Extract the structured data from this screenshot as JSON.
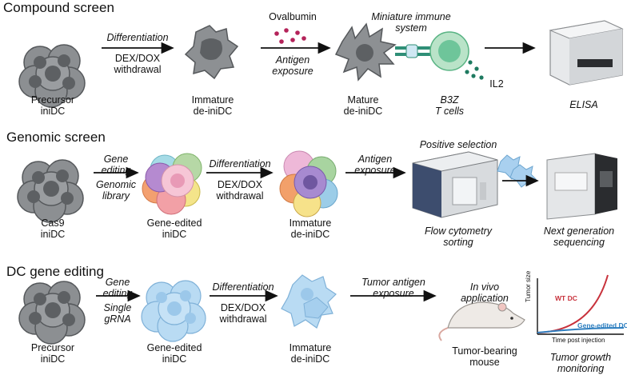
{
  "sections": {
    "compound": {
      "title": "Compound screen",
      "precursor": [
        "Precursor",
        "iniDC"
      ],
      "step1_top": "Differentiation",
      "step1_bottom": [
        "DEX/DOX",
        "withdrawal"
      ],
      "immature": [
        "Immature",
        "de-iniDC"
      ],
      "ovalbumin": "Ovalbumin",
      "antigen": [
        "Antigen",
        "exposure"
      ],
      "mini_immune": [
        "Miniature immune",
        "system"
      ],
      "mature": [
        "Mature",
        "de-iniDC"
      ],
      "tcells": [
        "B3Z",
        "T cells"
      ],
      "il2": "IL2",
      "elisa": "ELISA"
    },
    "genomic": {
      "title": "Genomic screen",
      "cas9": [
        "Cas9",
        "iniDC"
      ],
      "gene_editing": [
        "Gene",
        "editing"
      ],
      "library": [
        "Genomic",
        "library"
      ],
      "edited": [
        "Gene-edited",
        "iniDC"
      ],
      "diff": "Differentiation",
      "dexdox": [
        "DEX/DOX",
        "withdrawal"
      ],
      "immature": [
        "Immature",
        "de-iniDC"
      ],
      "antigen": [
        "Antigen",
        "exposure"
      ],
      "positive": "Positive selection",
      "flow": [
        "Flow cytometry",
        "sorting"
      ],
      "ngs": [
        "Next generation",
        "sequencing"
      ]
    },
    "dcedit": {
      "title": "DC gene editing",
      "precursor": [
        "Precursor",
        "iniDC"
      ],
      "gene_editing": [
        "Gene",
        "editing"
      ],
      "single": [
        "Single",
        "gRNA"
      ],
      "edited": [
        "Gene-edited",
        "iniDC"
      ],
      "diff": "Differentiation",
      "dexdox": [
        "DEX/DOX",
        "withdrawal"
      ],
      "immature": [
        "Immature",
        "de-iniDC"
      ],
      "tumor_antigen": [
        "Tumor antigen",
        "exposure"
      ],
      "invivo": [
        "In vivo",
        "application"
      ],
      "mouse": [
        "Tumor-bearing",
        "mouse"
      ],
      "growth": [
        "Tumor growth",
        "monitoring"
      ]
    }
  },
  "inset_chart": {
    "ylabel": "Tumor size",
    "xlabel": "Time post injection",
    "series": [
      {
        "name": "WT DC",
        "color": "#c8323c"
      },
      {
        "name": "Gene-edited DC",
        "color": "#2e7fc0"
      }
    ]
  },
  "colors": {
    "cell_gray": "#8a8d90",
    "cell_blue": "#a9d0ef",
    "tcell_green": "#6ec59a",
    "ova": "#b4235a"
  }
}
